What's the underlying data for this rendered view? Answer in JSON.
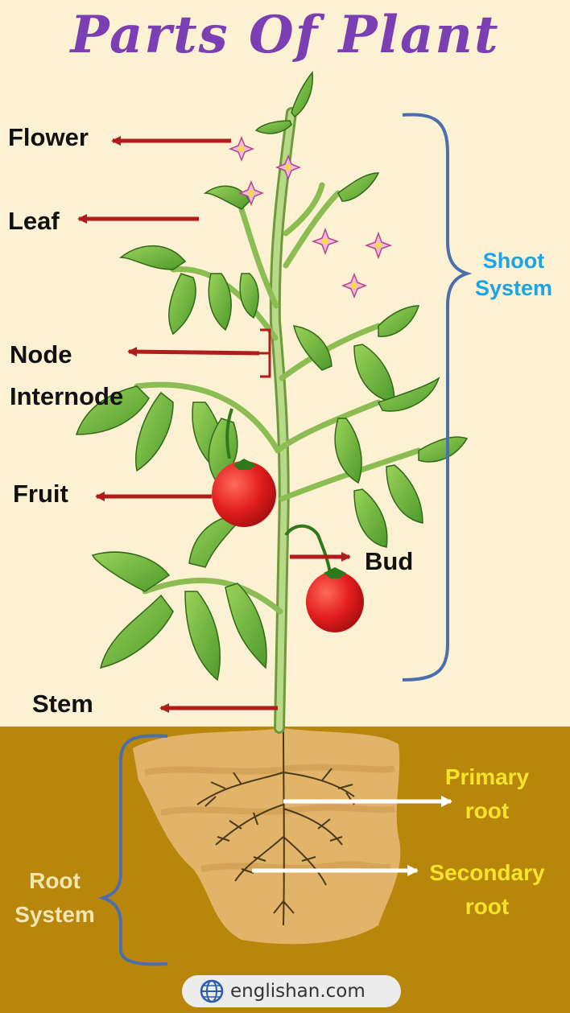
{
  "title": "Parts Of Plant",
  "labels": {
    "flower": "Flower",
    "leaf": "Leaf",
    "node": "Node",
    "internode": "Internode",
    "fruit": "Fruit",
    "bud": "Bud",
    "stem": "Stem",
    "primary_root_line1": "Primary",
    "primary_root_line2": "root",
    "secondary_root_line1": "Secondary",
    "secondary_root_line2": "root"
  },
  "systems": {
    "shoot_line1": "Shoot",
    "shoot_line2": "System",
    "root_line1": "Root",
    "root_line2": "System"
  },
  "footer": {
    "site": "englishan.com",
    "icon": "globe-icon"
  },
  "colors": {
    "background": "#fdf1d3",
    "soil": "#b8860b",
    "title": "#7a3fb2",
    "arrow_red": "#b01c1c",
    "bracket_blue": "#4a6fb0",
    "shoot_label": "#1ea4e6",
    "root_label_yellow": "#f7e42a",
    "leaf_green": "#6bb23a",
    "fruit_red": "#e02424"
  }
}
